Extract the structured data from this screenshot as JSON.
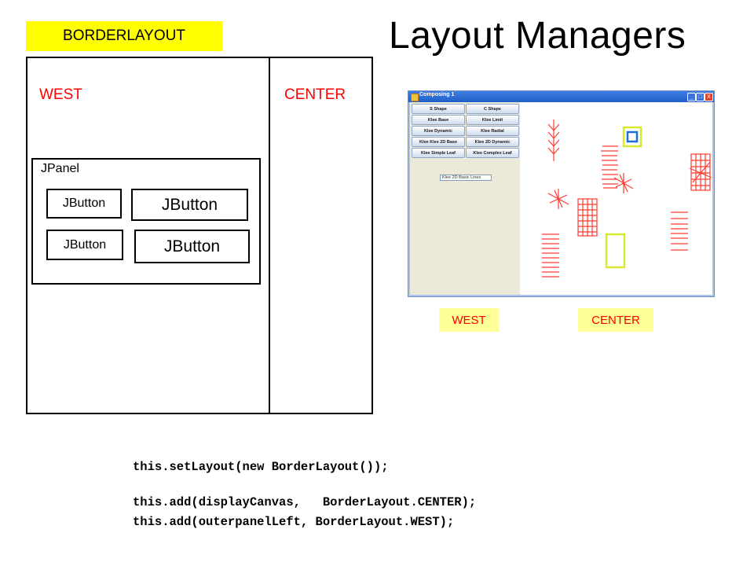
{
  "title": "Layout Managers",
  "diagram": {
    "tag": "BORDERLAYOUT",
    "west_label": "WEST",
    "center_label": "CENTER",
    "panel_label": "JPanel",
    "buttons": [
      "JButton",
      "JButton",
      "JButton",
      "JButton"
    ]
  },
  "screenshot": {
    "window_title": "Composing 1",
    "controls": [
      "_",
      "□",
      "X"
    ],
    "buttons": [
      [
        "S Shape",
        "C Shape"
      ],
      [
        "Klee Base",
        "Klee Limit"
      ],
      [
        "Klee Dynamic",
        "Klee Radial"
      ],
      [
        "Klee Klee 2D Base",
        "Klee 2D Dynamic"
      ],
      [
        "Klee Simple Leaf",
        "Klee Complex Leaf"
      ]
    ],
    "field_value": "Klee 2D Basic Lines",
    "west_tag": "WEST",
    "center_tag": "CENTER",
    "drawing_colors": {
      "red": "#ff3b30",
      "lime": "#d8e832",
      "blue": "#1f6fd0"
    }
  },
  "code": {
    "line1": "this.setLayout(new BorderLayout());",
    "line2": "this.add(displayCanvas,   BorderLayout.CENTER);",
    "line3": "this.add(outerpanelLeft, BorderLayout.WEST);"
  },
  "colors": {
    "tag_bg": "#ffff00",
    "region_label": "#ff0000",
    "screenshot_tag_bg": "#ffff99",
    "screenshot_tag_text": "#ff0000"
  }
}
